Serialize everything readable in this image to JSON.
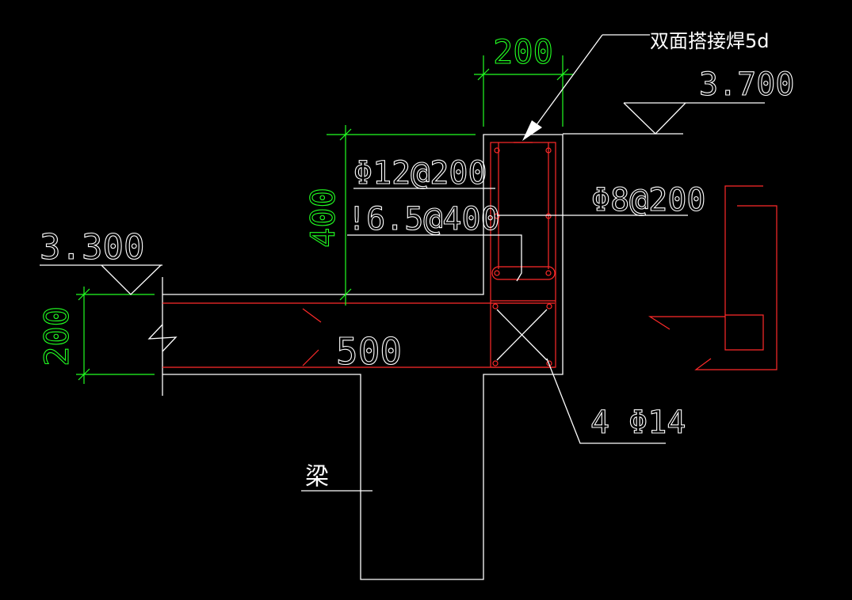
{
  "drawing": {
    "background": "#000000",
    "colors": {
      "outline": "#ffffff",
      "rebar": "#ff2a2a",
      "dimension": "#22ff22"
    },
    "weld_note": "双面搭接焊5d",
    "elevation_top": "3.700",
    "elevation_left": "3.300",
    "dim_width": "200",
    "dim_height": "400",
    "dim_slab": "200",
    "rebar_main": "Φ12@200",
    "rebar_dist": "!6.5@400",
    "rebar_hook": "Φ8@200",
    "slab_span": "500",
    "corner_bars": "4 Φ14",
    "beam_label": "梁"
  }
}
